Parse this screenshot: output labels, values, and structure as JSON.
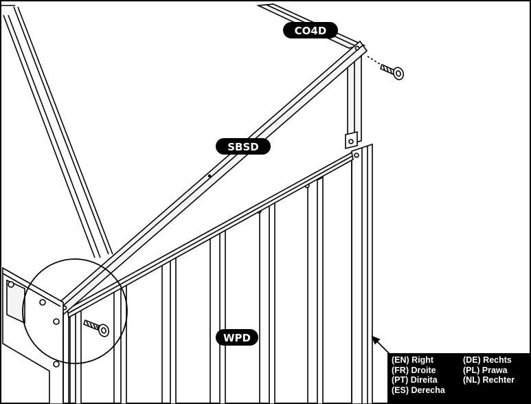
{
  "part_labels": {
    "co4d": "CO4D",
    "sbsd": "SBSD",
    "wpd": "WPD"
  },
  "legend": {
    "en": "(EN) Right",
    "de": "(DE) Rechts",
    "fr": "(FR) Droite",
    "pl": "(PL) Prawa",
    "pt": "(PT) Direita",
    "nl": "(NL) Rechter",
    "es": "(ES) Derecha"
  },
  "colors": {
    "line": "#000000",
    "frame_fill": "#f4f4f4",
    "panel_fill": "#ffffff",
    "label_fill": "#000000",
    "label_text": "#ffffff"
  },
  "icons": {
    "screw": "screw-icon",
    "detail_circle": "detail-circle-icon",
    "pointer_arrow": "arrow-icon"
  }
}
